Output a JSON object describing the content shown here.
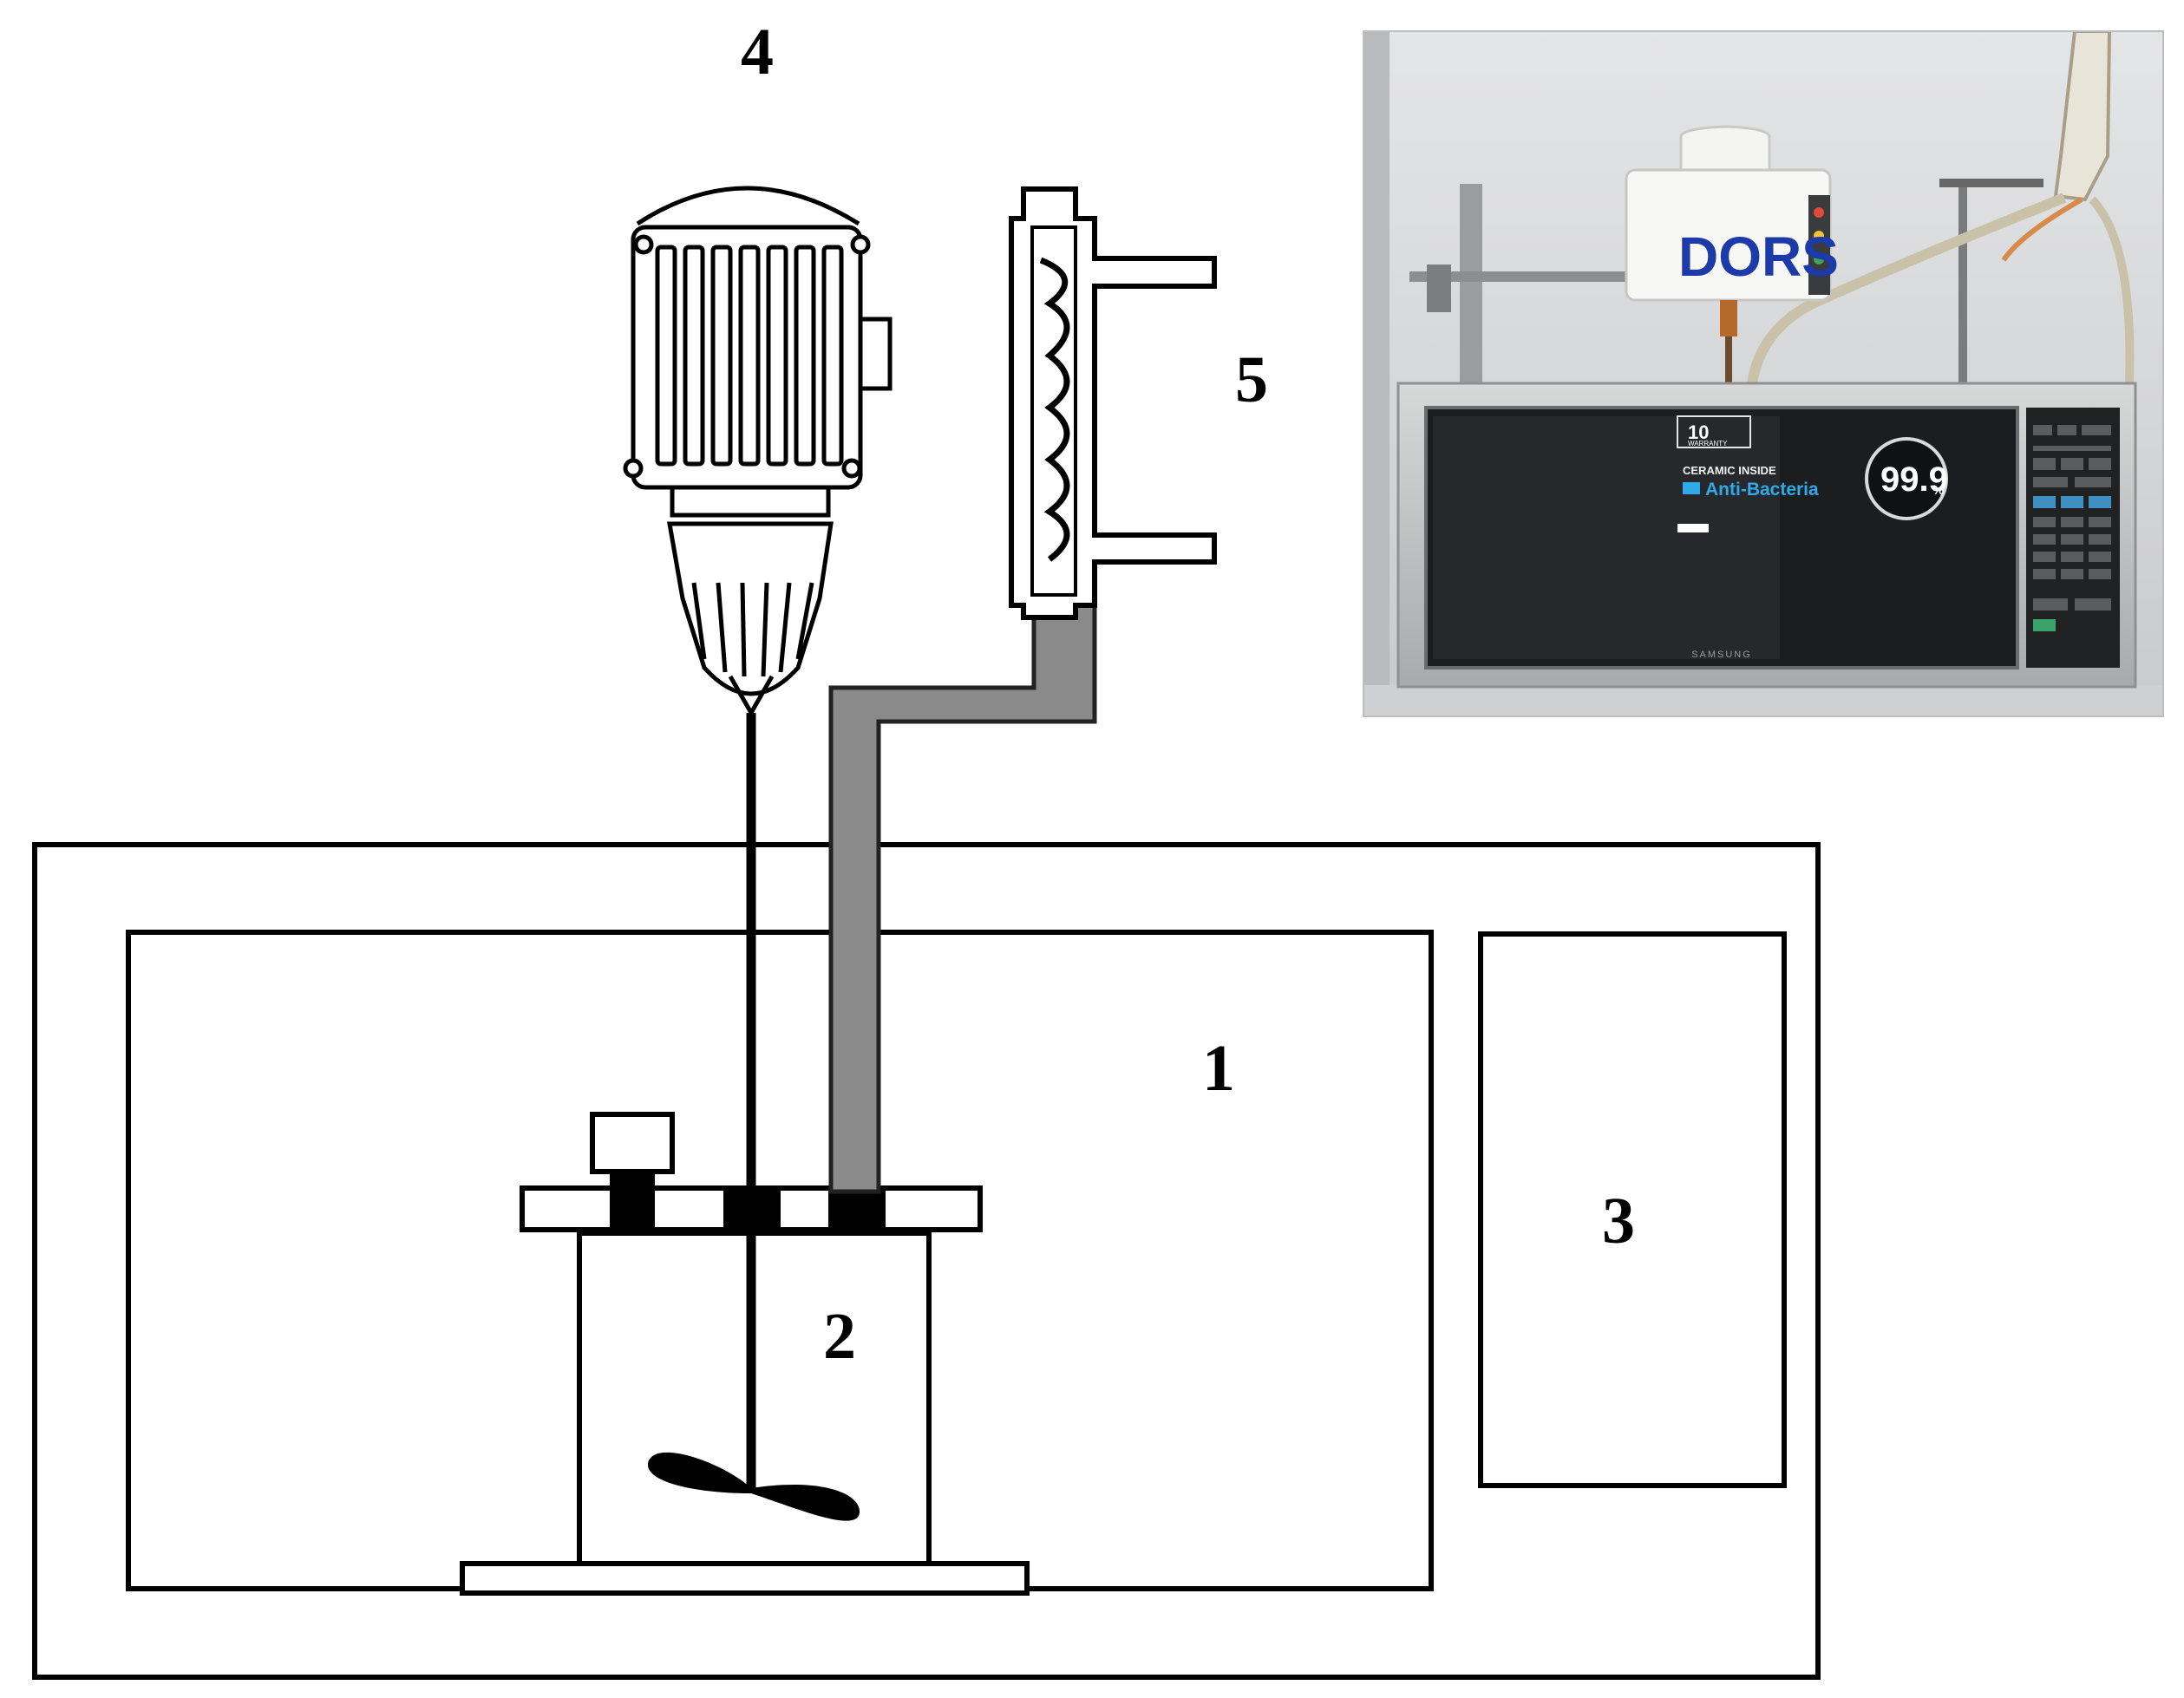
{
  "diagram": {
    "labels": {
      "microwave_oven": "1",
      "reactor_vessel": "2",
      "control_panel": "3",
      "stirrer_motor": "4",
      "condenser": "5"
    }
  },
  "photo": {
    "stirrer_brand": "DORS",
    "oven_brand": "SAMSUNG",
    "warranty_badge": "10",
    "warranty_word": "WARRANTY",
    "ceramic_text": "CERAMIC INSIDE",
    "anti_bacteria_text": "Anti-Bacteria",
    "percent_number": "99.9",
    "percent_sign": "%"
  },
  "colors": {
    "line": "#000000",
    "pipe_fill": "#8a8a8a",
    "photo_wall": "#d9dadc",
    "oven_door": "#1b1d1f",
    "anti_bacteria": "#2fa9e8"
  }
}
